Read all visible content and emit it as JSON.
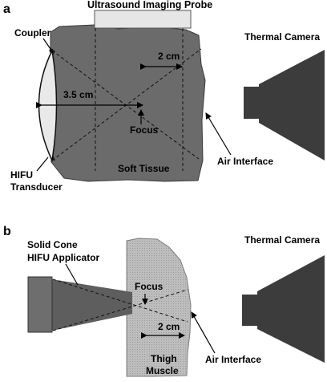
{
  "panel_a": {
    "letter": "a",
    "probe_label": "Ultrasound Imaging Probe",
    "coupler_label": "Coupler",
    "distance_2cm": "2 cm",
    "distance_35cm": "3.5 cm",
    "focus_label": "Focus",
    "tissue_label": "Soft Tissue",
    "air_interface_label": "Air Interface",
    "camera_label": "Thermal Camera",
    "transducer_line1": "HIFU",
    "transducer_line2": "Transducer"
  },
  "panel_b": {
    "letter": "b",
    "applicator_line1": "Solid Cone",
    "applicator_line2": "HIFU Applicator",
    "focus_label": "Focus",
    "distance_2cm": "2 cm",
    "muscle_line1": "Thigh",
    "muscle_line2": "Muscle",
    "air_interface_label": "Air Interface",
    "camera_label": "Thermal Camera"
  },
  "colors": {
    "tissue": "#6b6b6b",
    "camera": "#3c3c3c",
    "muscle": "#b9b9b9",
    "cone": "#5e5e5e",
    "transducer_face": "#e9e9e9",
    "probe": "#e6e6e6"
  }
}
